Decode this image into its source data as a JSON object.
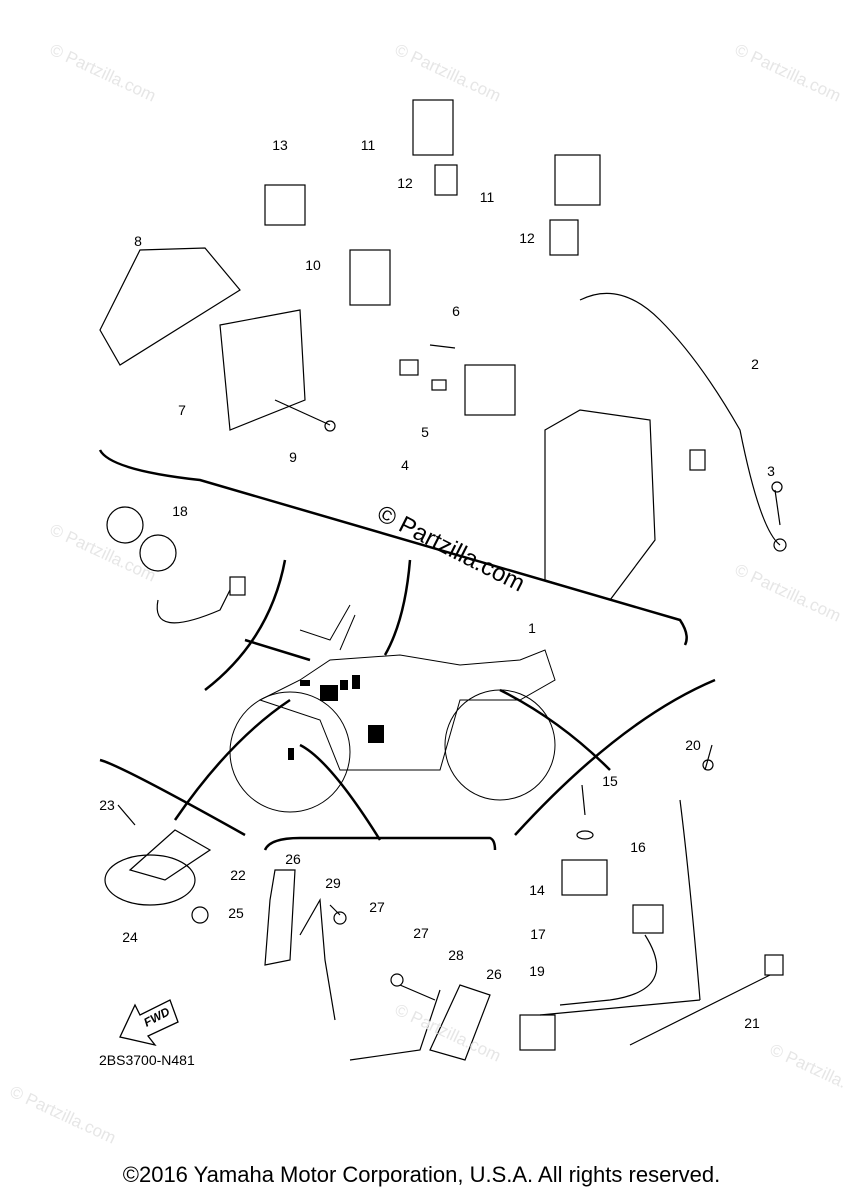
{
  "diagram": {
    "callouts": [
      "13",
      "11",
      "12",
      "11",
      "12",
      "8",
      "10",
      "6",
      "2",
      "7",
      "5",
      "9",
      "4",
      "3",
      "18",
      "1",
      "20",
      "15",
      "16",
      "23",
      "22",
      "14",
      "26",
      "29",
      "27",
      "17",
      "25",
      "24",
      "27",
      "28",
      "26",
      "19",
      "21"
    ],
    "fwd_label": "FWD",
    "diagram_code": "2BS3700-N481",
    "watermark": "© Partzilla.com",
    "copyright": "©2016 Yamaha Motor Corporation, U.S.A. All rights reserved."
  }
}
